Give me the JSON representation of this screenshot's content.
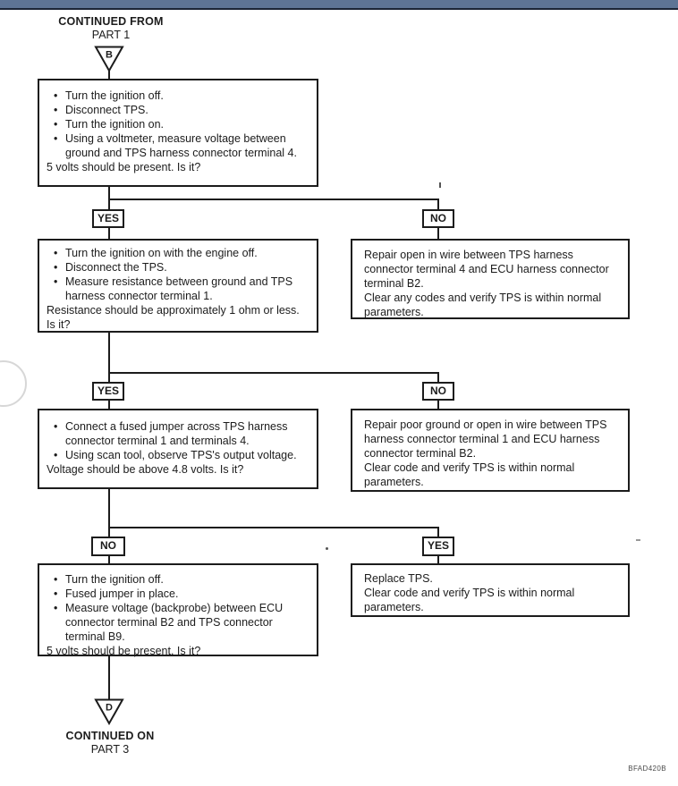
{
  "colors": {
    "header_bar": "#5e7495",
    "header_bar_edge": "#1c2536",
    "ink": "#1c1c1c"
  },
  "entry": {
    "title": "CONTINUED FROM",
    "subtitle": "PART 1",
    "connector_letter": "B"
  },
  "exit": {
    "title": "CONTINUED ON",
    "subtitle": "PART 3",
    "connector_letter": "D"
  },
  "decisions": [
    {
      "left": "YES",
      "right": "NO"
    },
    {
      "left": "YES",
      "right": "NO"
    },
    {
      "left": "NO",
      "right": "YES"
    }
  ],
  "boxes": {
    "step1": {
      "lines": [
        "Turn the ignition off.",
        "Disconnect TPS.",
        "Turn the ignition on.",
        "Using a voltmeter, measure voltage between",
        "ground and TPS harness connector terminal 4.",
        "5 volts should be present. Is it?"
      ]
    },
    "step2": {
      "lines": [
        "Turn the ignition on with the engine off.",
        "Disconnect the TPS.",
        "Measure resistance between ground and TPS",
        "harness connector terminal 1.",
        "Resistance should be approximately 1 ohm or less.",
        "Is it?"
      ]
    },
    "result1": {
      "lines": [
        "Repair open in wire between TPS harness",
        "connector terminal 4 and ECU harness connector",
        "terminal B2.",
        "Clear any codes and verify TPS is within normal",
        "parameters."
      ]
    },
    "step3": {
      "lines": [
        "Connect a fused jumper across TPS harness",
        "connector terminal 1 and terminals 4.",
        "Using scan tool, observe TPS's output voltage.",
        "Voltage should be above 4.8 volts. Is it?"
      ]
    },
    "result2": {
      "lines": [
        "Repair poor ground or open in wire between TPS",
        "harness connector terminal 1 and ECU harness",
        "connector terminal B2.",
        "Clear code and verify TPS is within normal",
        "parameters."
      ]
    },
    "step4": {
      "lines": [
        "Turn the ignition off.",
        "Fused jumper in place.",
        "Measure voltage (backprobe) between ECU",
        "connector terminal B2 and TPS connector",
        "terminal B9.",
        "5 volts should be present. Is it?"
      ]
    },
    "result3": {
      "lines": [
        "Replace TPS.",
        "Clear code and verify TPS is within normal",
        "parameters."
      ]
    }
  },
  "footer": {
    "document_code": "BFAD420B"
  }
}
